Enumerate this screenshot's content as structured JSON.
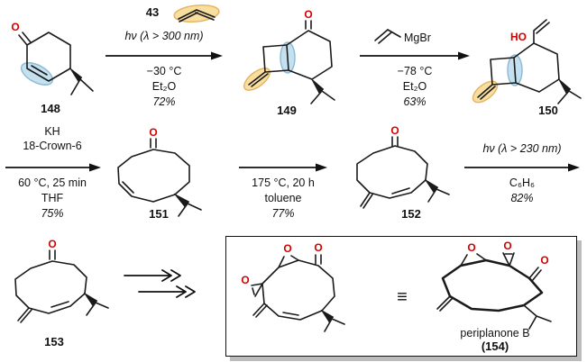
{
  "colors": {
    "oxygen": "#d40000",
    "highlight_blue": "#b5d9ec",
    "highlight_yellow": "#f7d98b"
  },
  "atoms": {
    "o": "O",
    "ho": "HO"
  },
  "reagents": {
    "allene_num": "43",
    "vinyl_grignard": "MgBr"
  },
  "compounds": {
    "c148": {
      "num": "148"
    },
    "c149": {
      "num": "149"
    },
    "c150": {
      "num": "150"
    },
    "c151": {
      "num": "151"
    },
    "c152": {
      "num": "152"
    },
    "c153": {
      "num": "153"
    },
    "c154": {
      "name": "periplanone B",
      "num": "(154)"
    }
  },
  "steps": {
    "s1": {
      "light": "hν (λ > 300 nm)",
      "temp": "−30 °C",
      "solvent": "Et₂O",
      "yield": "72%"
    },
    "s2": {
      "temp": "−78 °C",
      "solvent": "Et₂O",
      "yield": "63%"
    },
    "s3": {
      "base": "KH",
      "additive": "18-Crown-6",
      "temp": "60 °C, 25 min",
      "solvent": "THF",
      "yield": "75%"
    },
    "s4": {
      "temp": "175 °C, 20 h",
      "solvent": "toluene",
      "yield": "77%"
    },
    "s5": {
      "light": "hν (λ > 230 nm)",
      "solvent": "C₆H₆",
      "yield": "82%"
    }
  },
  "equivalence": "≡"
}
